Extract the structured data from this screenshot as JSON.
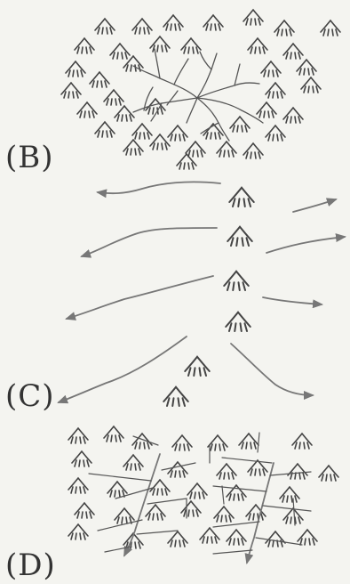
{
  "labels": {
    "b": "(B)",
    "c": "(C)",
    "d": "(D)"
  },
  "colors": {
    "ink": "#444444",
    "arrow": "#777777",
    "background": "#f4f4f0"
  },
  "diagrams": [
    {
      "id": "B",
      "pattern": "dendritic-drainage",
      "feature": "mountain-symbols"
    },
    {
      "id": "C",
      "pattern": "radial-drainage",
      "feature": "mountain-symbols"
    },
    {
      "id": "D",
      "pattern": "trellis-drainage",
      "feature": "mountain-symbols"
    }
  ]
}
